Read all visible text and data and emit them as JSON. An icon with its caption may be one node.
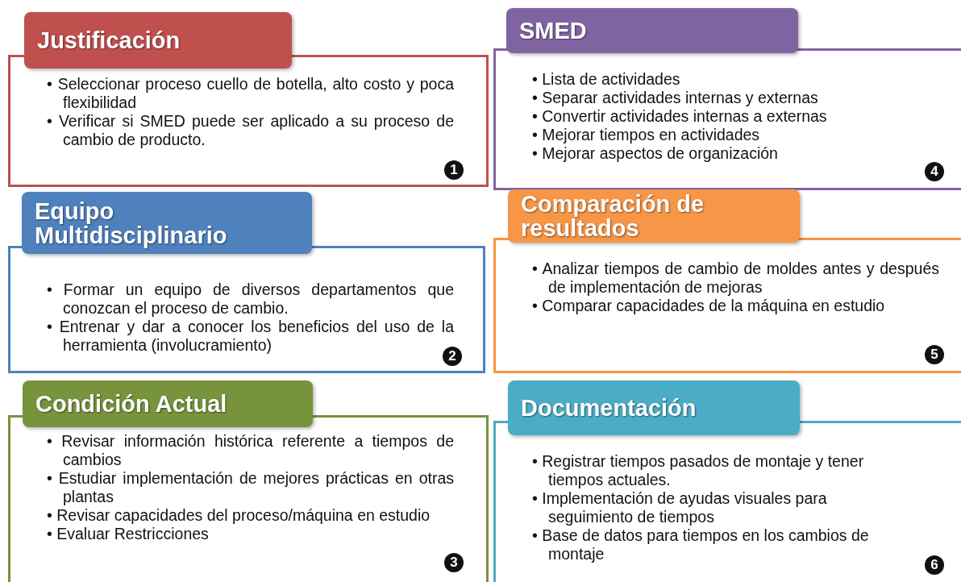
{
  "diagram": {
    "nodes": [
      {
        "text": [
          "Justificación"
        ]
      },
      {
        "text": [
          "• Seleccionar proceso cuello de botella, alto costo y poca flexibilidad",
          "• Verificar si SMED puede ser aplicado a su proceso de cambio de producto."
        ]
      },
      {
        "text": [
          "1"
        ],
        "in": 1
      },
      {
        "text": [
          "Equipo Multidisciplinario"
        ]
      },
      {
        "text": [
          "• Formar un equipo de diversos departamentos que conozcan el proceso de cambio.",
          "• Entrenar y dar a conocer los beneficios del uso de la herramienta (involucramiento)"
        ]
      },
      {
        "text": [
          "2"
        ],
        "in": 4
      },
      {
        "text": [
          "Condición Actual"
        ]
      },
      {
        "text": [
          "• Revisar información histórica referente a tiempos de cambios",
          "• Estudiar implementación de mejores prácticas en otras plantas",
          "• Revisar capacidades del proceso/máquina en estudio",
          "• Evaluar Restricciones"
        ]
      },
      {
        "text": [
          "3"
        ],
        "in": 7
      },
      {
        "text": [
          "SMED"
        ]
      },
      {
        "text": [
          "• Lista de actividades",
          "• Separar actividades internas y externas",
          "• Convertir actividades internas a externas",
          "• Mejorar tiempos en actividades",
          "• Mejorar aspectos de organización"
        ]
      },
      {
        "text": [
          "4"
        ],
        "in": 10
      },
      {
        "text": [
          "Comparación de resultados"
        ]
      },
      {
        "text": [
          "• Analizar tiempos de cambio de moldes antes y después de implementación de mejoras",
          "• Comparar capacidades de la máquina en estudio"
        ]
      },
      {
        "text": [
          "5"
        ],
        "in": 13
      },
      {
        "text": [
          "Documentación"
        ]
      },
      {
        "text": [
          "• Registrar tiempos pasados de montaje y tener tiempos actuales.",
          "• Implementación de ayudas visuales para seguimiento de tiempos",
          "• Base de datos para tiempos en los cambios de montaje"
        ]
      },
      {
        "text": [
          "6"
        ],
        "in": 16
      }
    ]
  }
}
